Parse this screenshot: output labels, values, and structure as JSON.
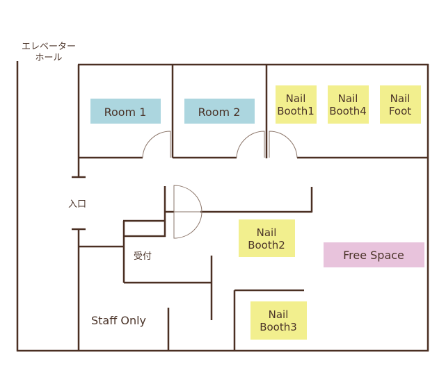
{
  "labels": {
    "elevator_line1": "エレベーター",
    "elevator_line2": "ホール",
    "entrance": "入口",
    "reception": "受付",
    "staff_only": "Staff Only"
  },
  "rooms": {
    "room1": "Room 1",
    "room2": "Room 2",
    "booth1": [
      "Nail",
      "Booth1"
    ],
    "booth4": [
      "Nail",
      "Booth4"
    ],
    "foot": [
      "Nail",
      "Foot"
    ],
    "booth2": [
      "Nail",
      "Booth2"
    ],
    "booth3": [
      "Nail",
      "Booth3"
    ],
    "free_space": "Free Space"
  },
  "colors": {
    "wall": "#4a2f22",
    "room": "#acd6df",
    "booth": "#f2ef8e",
    "free": "#e8c3dc"
  }
}
